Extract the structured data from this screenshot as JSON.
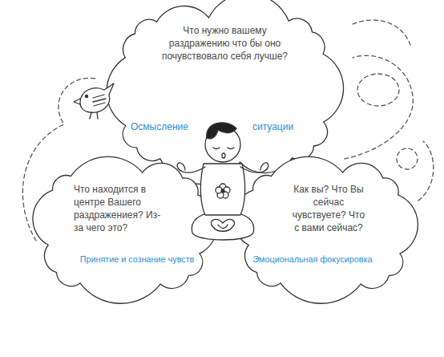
{
  "diagram": {
    "nodes": [
      {
        "text": [
          "Что нужно вашему раздражению что бы оно почувствовало себя лучше?",
          "Осмысление",
          "ситуации"
        ]
      },
      {
        "text": [
          "Что находится в центре Вашего раздражениея? Из-за чего это?",
          "Принятие и сознание чувств"
        ]
      },
      {
        "text": [
          "Как вы? Что Вы сейчас чувствуете? Что с вами сейчас?",
          "Эмоциональная фокусировка"
        ]
      }
    ]
  }
}
